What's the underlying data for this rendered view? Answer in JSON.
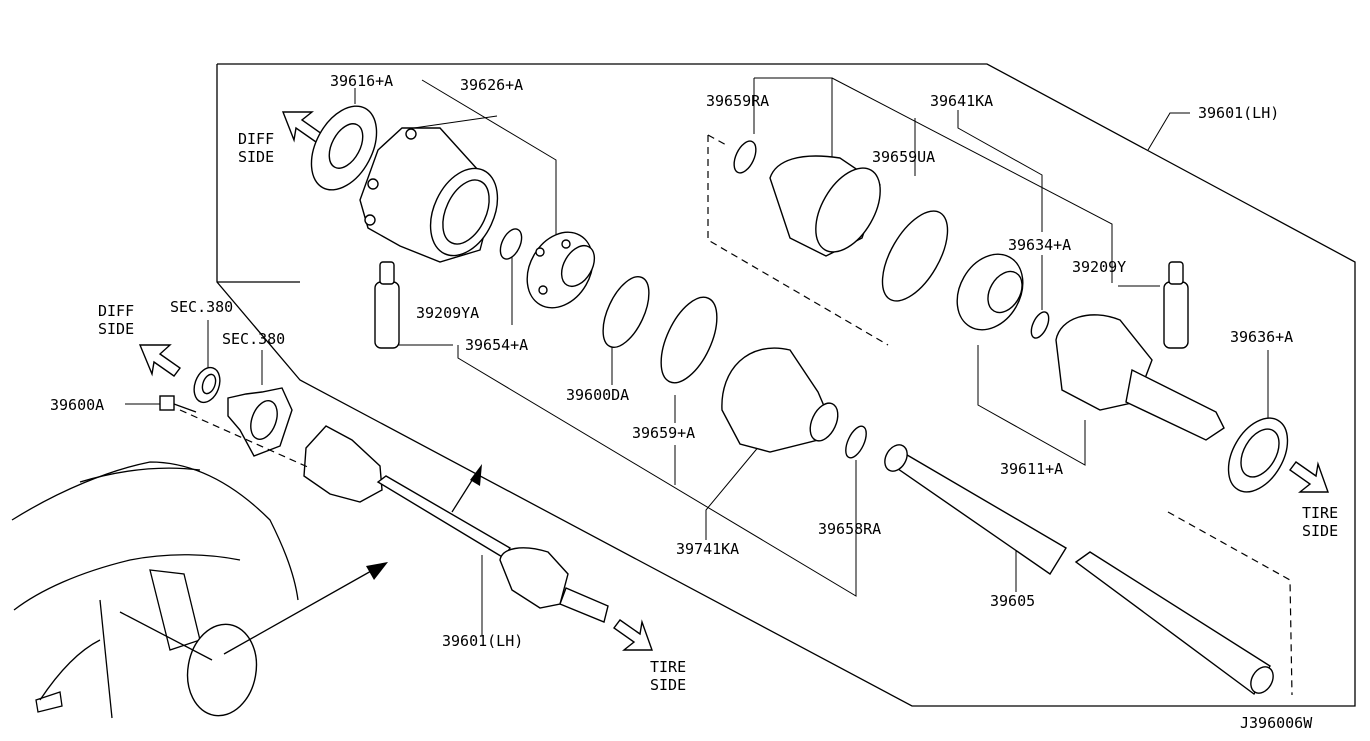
{
  "labels": {
    "p39616": "39616+A",
    "p39626": "39626+A",
    "p39659ra_top": "39659RA",
    "p39641": "39641KA",
    "p39601_main": "39601(LH)",
    "p39659ua": "39659UA",
    "p39634": "39634+A",
    "p39209y": "39209Y",
    "p39209ya": "39209YA",
    "p39654": "39654+A",
    "p39600da": "39600DA",
    "p39636": "39636+A",
    "p39659a": "39659+A",
    "p39741": "39741KA",
    "p39658ra": "39658RA",
    "p39611": "39611+A",
    "p39605": "39605",
    "p39601_small": "39601(LH)",
    "p39600a": "39600A",
    "sec380_a": "SEC.380",
    "sec380_b": "SEC.380",
    "diff_side_1": "DIFF",
    "diff_side_1b": "SIDE",
    "diff_side_2": "DIFF",
    "diff_side_2b": "SIDE",
    "tire_side_1": "TIRE",
    "tire_side_1b": "SIDE",
    "tire_side_2": "TIRE",
    "tire_side_2b": "SIDE",
    "diagram_code": "J396006W"
  }
}
